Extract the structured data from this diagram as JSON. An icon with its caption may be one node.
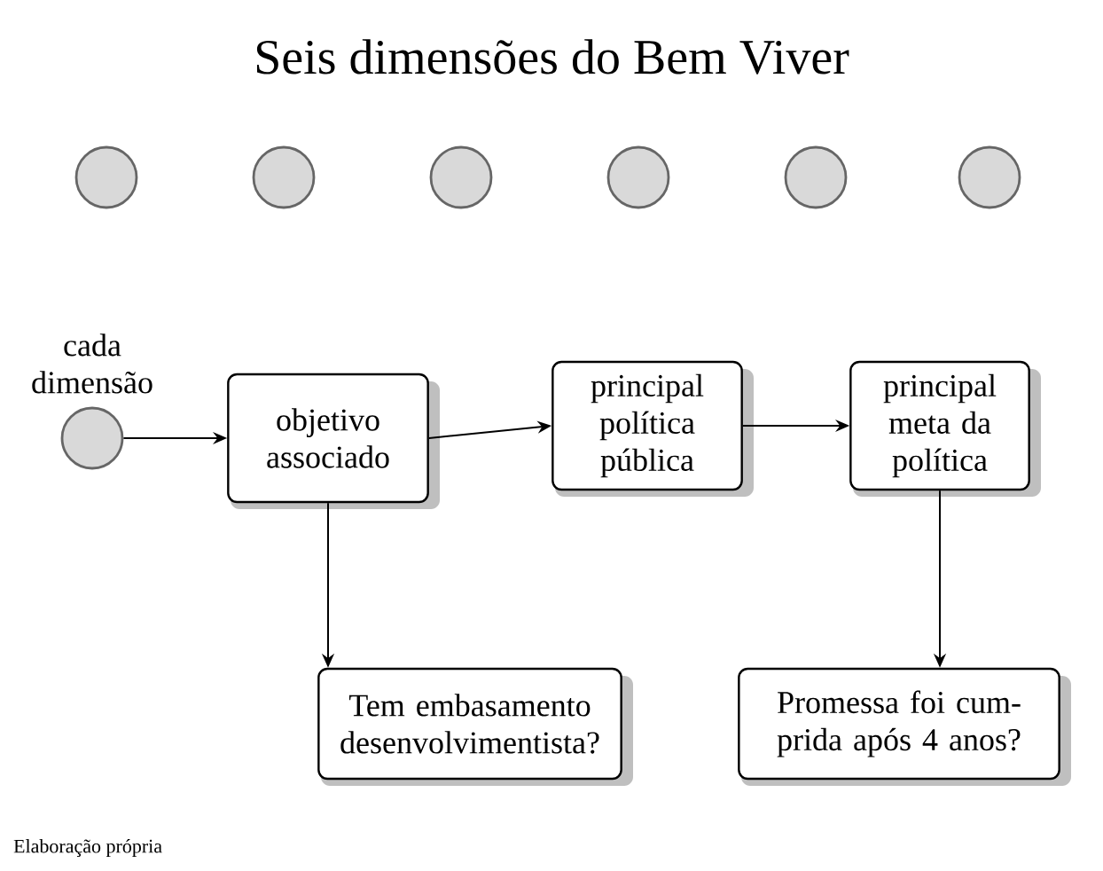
{
  "diagram": {
    "title": "Seis dimensões do Bem Viver",
    "caption": "Elaboração própria",
    "nodes": [
      {
        "text": [],
        "shape": "circle"
      },
      {
        "text": [],
        "shape": "circle"
      },
      {
        "text": [],
        "shape": "circle"
      },
      {
        "text": [],
        "shape": "circle"
      },
      {
        "text": [],
        "shape": "circle"
      },
      {
        "text": [],
        "shape": "circle"
      },
      {
        "text": [],
        "shape": "circle",
        "beside": [
          "cada dimensão"
        ]
      },
      {
        "text": [
          "objetivo associado"
        ]
      },
      {
        "text": [
          "principal política pública"
        ]
      },
      {
        "text": [
          "principal meta da política"
        ]
      },
      {
        "text": [
          "Tem embasamento desenvolvimentista?"
        ]
      },
      {
        "text": [
          "Promessa foi cum-prida após 4 anos?"
        ]
      }
    ],
    "edges": [
      {
        "from": 6,
        "to": 7,
        "arrow": "to"
      },
      {
        "from": 7,
        "to": 8,
        "arrow": "to"
      },
      {
        "from": 8,
        "to": 9,
        "arrow": "to"
      },
      {
        "from": 7,
        "to": 10,
        "arrow": "to"
      },
      {
        "from": 9,
        "to": 11,
        "arrow": "to"
      }
    ]
  }
}
